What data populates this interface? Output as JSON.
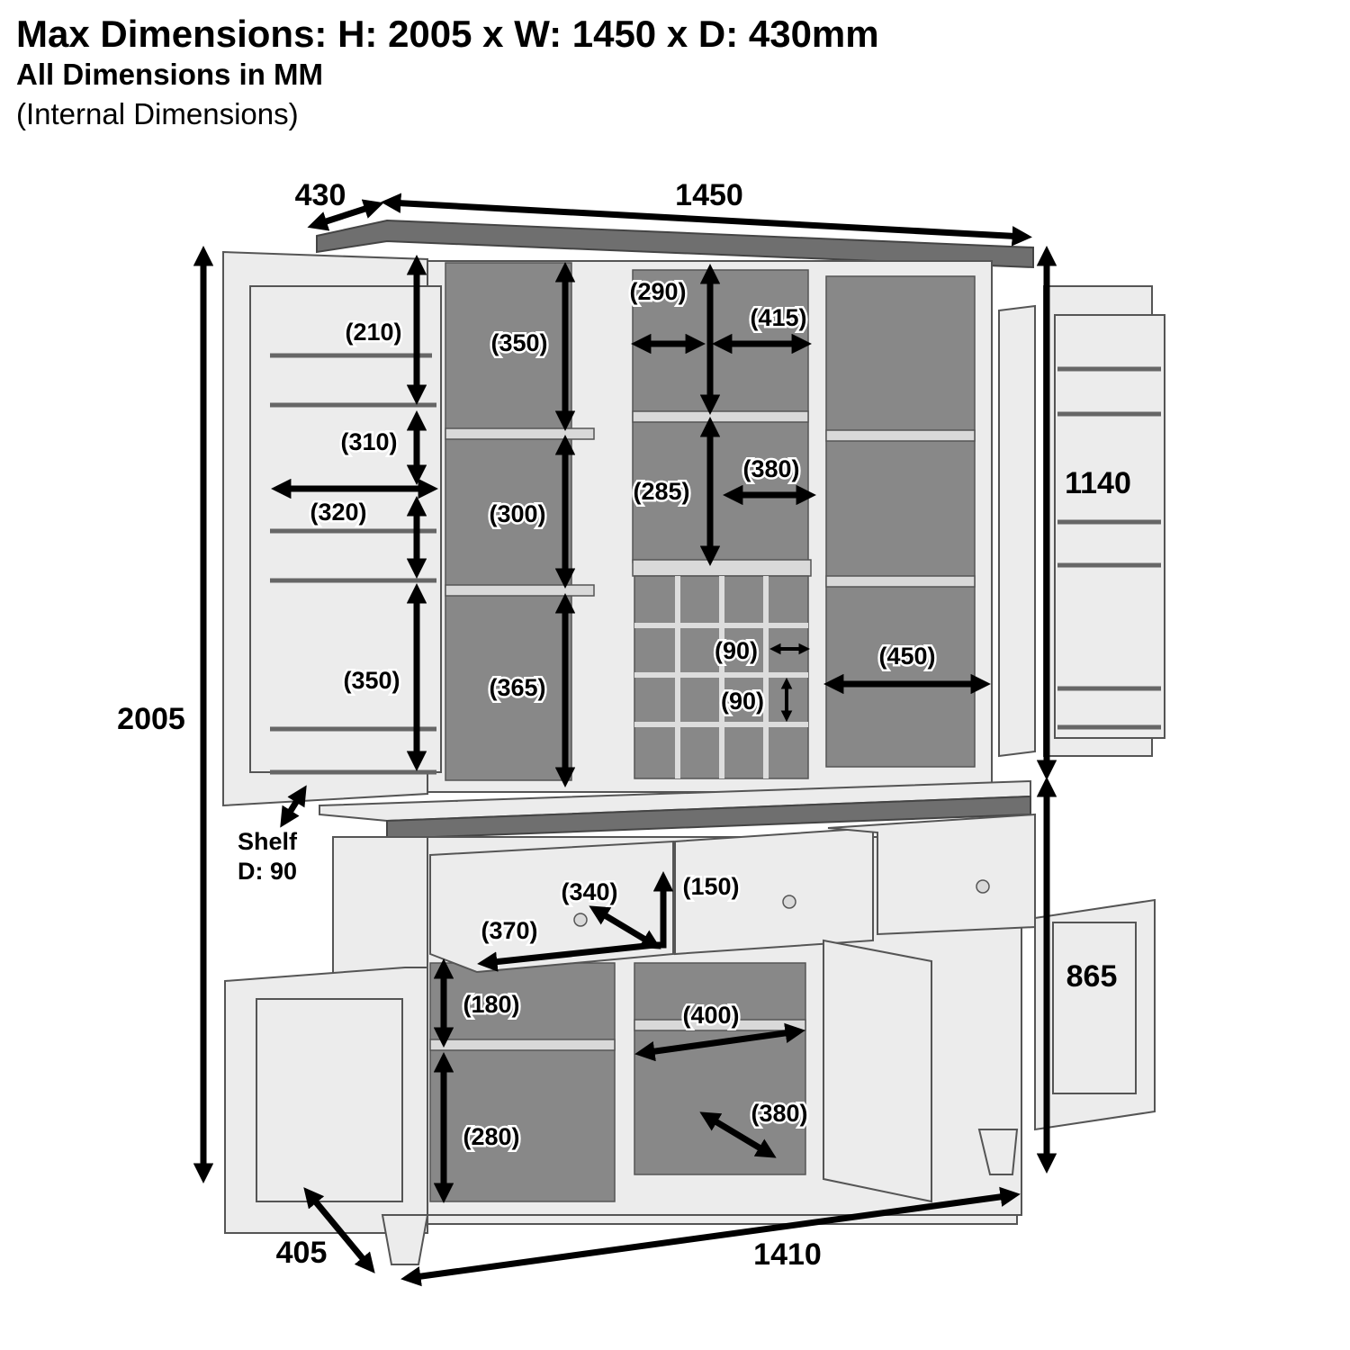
{
  "header": {
    "title": "Max Dimensions: H: 2005 x W: 1450 x D: 430mm",
    "subtitle": "All Dimensions in MM",
    "note": "(Internal Dimensions)"
  },
  "overall": {
    "depth_top": "430",
    "width_top": "1450",
    "height_total": "2005",
    "height_hutch": "1140",
    "height_base": "865",
    "depth_base": "405",
    "width_base": "1410"
  },
  "internal": {
    "left_door_top": "(210)",
    "left_door_mid": "(310)",
    "left_door_width": "(320)",
    "left_door_bottom": "(350)",
    "left_section_top": "(350)",
    "left_section_mid": "(300)",
    "left_section_bottom": "(365)",
    "center_top_height": "(290)",
    "center_top_width": "(415)",
    "center_mid_height": "(285)",
    "center_mid_width": "(380)",
    "wine_width": "(90)",
    "wine_height": "(90)",
    "right_section_width": "(450)",
    "shelf_label": "Shelf",
    "shelf_depth": "D: 90",
    "drawer_width": "(340)",
    "drawer_height": "(150)",
    "drawer_depth": "(370)",
    "base_left_top": "(180)",
    "base_center_width": "(400)",
    "base_left_bottom": "(280)",
    "base_center_depth": "(380)"
  }
}
